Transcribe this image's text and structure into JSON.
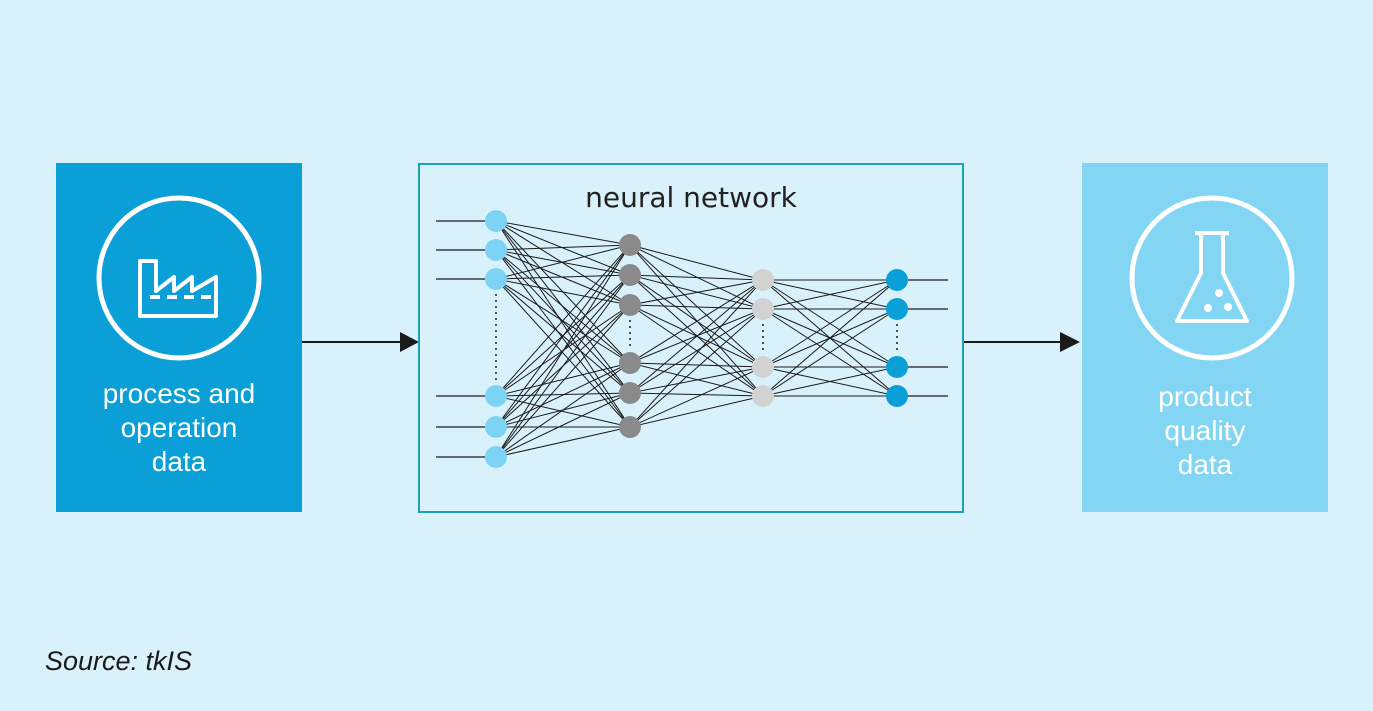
{
  "input": {
    "label": "process and\noperation\ndata",
    "icon": "factory-icon",
    "color": "#0a9fd6"
  },
  "network": {
    "title": "neural network",
    "layers": [
      {
        "count": 6,
        "color": "#7dd3f4"
      },
      {
        "count": 6,
        "color": "#8a8a8a"
      },
      {
        "count": 4,
        "color": "#d2d2d2"
      },
      {
        "count": 4,
        "color": "#0a9fd6"
      }
    ]
  },
  "output": {
    "label": "product\nquality\ndata",
    "icon": "flask-icon",
    "color": "#83d5f4"
  },
  "source": "Source: tkIS"
}
